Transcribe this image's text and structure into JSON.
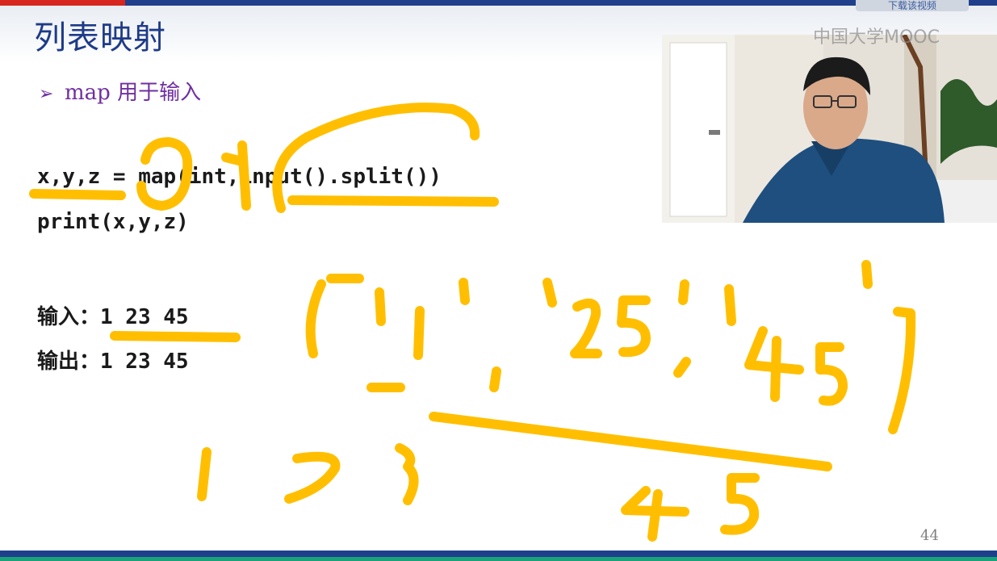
{
  "slide": {
    "title": "列表映射",
    "bullet_text": "map 用于输入",
    "bullet_marker": "➢",
    "code_line1": "x,y,z = map(int,input().split())",
    "code_line2": "print(x,y,z)",
    "input_line": "输入：1 23 45",
    "output_line": "输出：1 23 45",
    "page_number": "44"
  },
  "overlay": {
    "watermark": "中国大学MOOC",
    "download_button": "下载该视频"
  },
  "colors": {
    "title": "#1e3b87",
    "bullet": "#7030a0",
    "ink": "#ffbf00",
    "top_bar": "#1f3f8c",
    "top_bar_accent": "#d7261f",
    "bottom_bar_accent": "#1aa37a"
  }
}
